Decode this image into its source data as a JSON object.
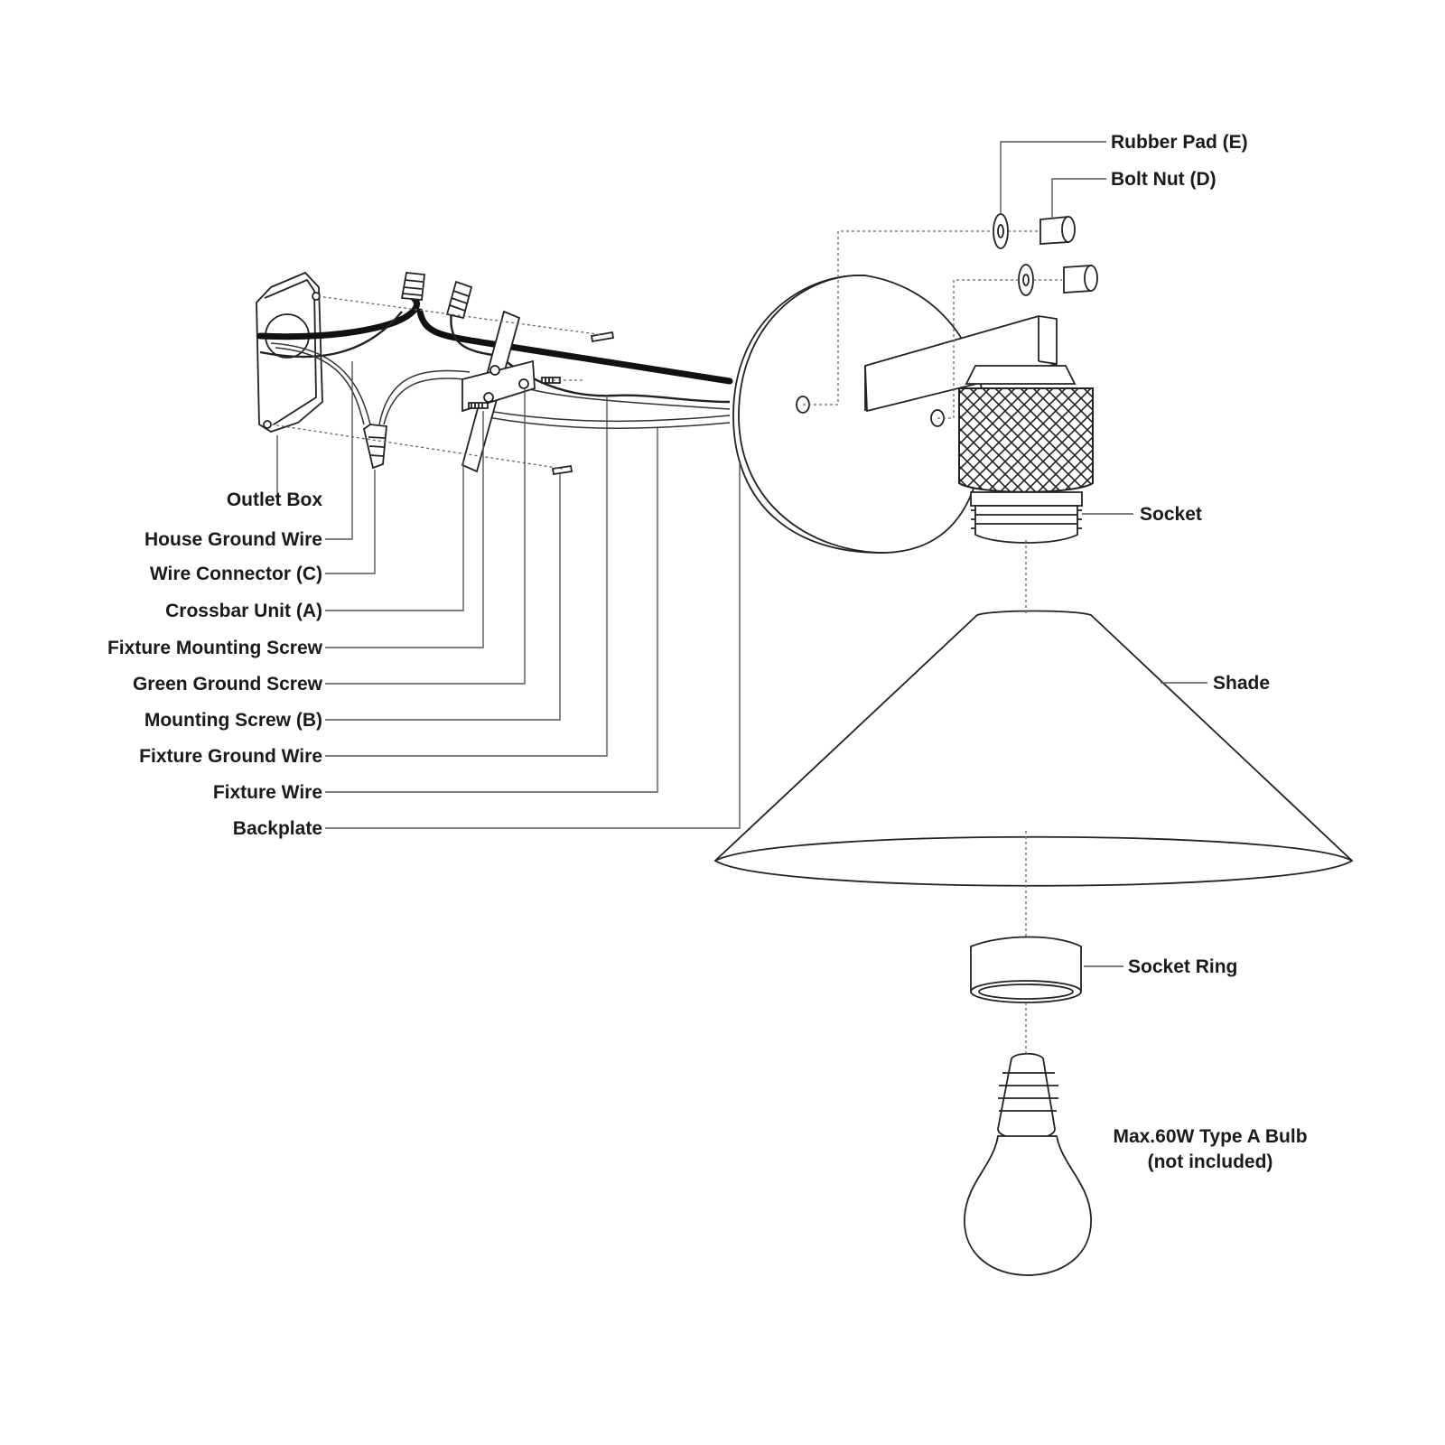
{
  "labels": {
    "outlet_box": "Outlet Box",
    "house_ground_wire": "House Ground Wire",
    "wire_connector": "Wire Connector (C)",
    "crossbar_unit": "Crossbar Unit (A)",
    "fixture_mounting_screw": "Fixture Mounting Screw",
    "green_ground_screw": "Green Ground Screw",
    "mounting_screw": "Mounting Screw (B)",
    "fixture_ground_wire": "Fixture Ground Wire",
    "fixture_wire": "Fixture Wire",
    "backplate": "Backplate",
    "rubber_pad": "Rubber Pad (E)",
    "bolt_nut": "Bolt Nut (D)",
    "socket": "Socket",
    "shade": "Shade",
    "socket_ring": "Socket Ring",
    "bulb_line1": "Max.60W Type A Bulb",
    "bulb_line2": "(not included)"
  }
}
